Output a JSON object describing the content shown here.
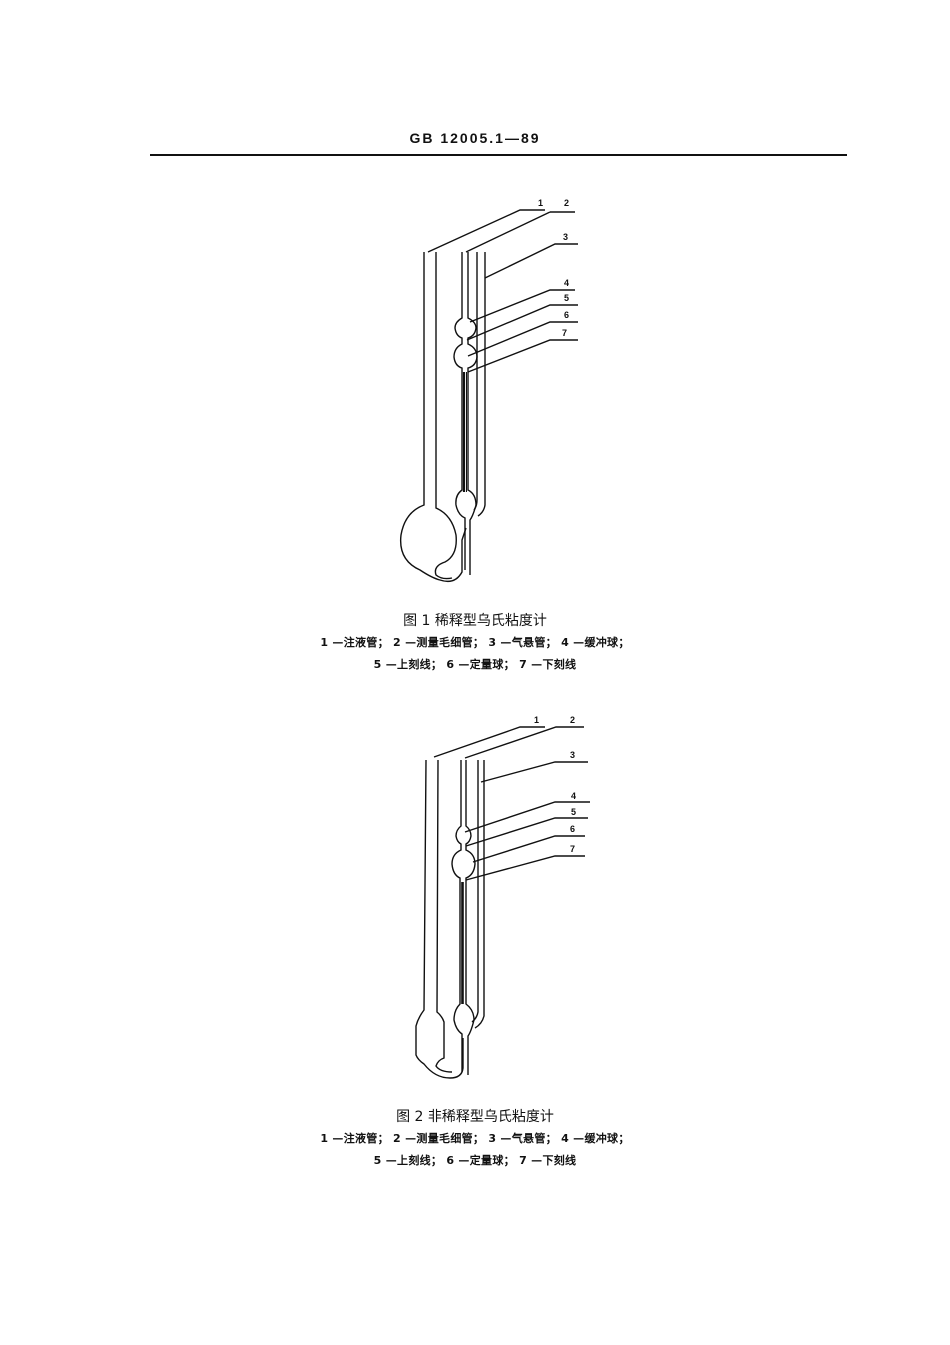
{
  "header": {
    "standard_code": "GB 12005.1—89"
  },
  "figures": [
    {
      "caption": "图 1   稀释型乌氏粘度计",
      "legend_line1": "1 —注液管； 2 —测量毛细管； 3 —气悬管； 4 —缓冲球；",
      "legend_line2": "5 —上刻线； 6 —定量球； 7 —下刻线",
      "labels": [
        "1",
        "2",
        "3",
        "4",
        "5",
        "6",
        "7"
      ]
    },
    {
      "caption": "图 2   非稀释型乌氏粘度计",
      "legend_line1": "1 —注液管； 2 —测量毛细管； 3 —气悬管； 4 —缓冲球；",
      "legend_line2": "5 —上刻线； 6 —定量球； 7 —下刻线",
      "labels": [
        "1",
        "2",
        "3",
        "4",
        "5",
        "6",
        "7"
      ]
    }
  ],
  "legend_items": [
    {
      "id": "1",
      "name": "注液管"
    },
    {
      "id": "2",
      "name": "测量毛细管"
    },
    {
      "id": "3",
      "name": "气悬管"
    },
    {
      "id": "4",
      "name": "缓冲球"
    },
    {
      "id": "5",
      "name": "上刻线"
    },
    {
      "id": "6",
      "name": "定量球"
    },
    {
      "id": "7",
      "name": "下刻线"
    }
  ]
}
